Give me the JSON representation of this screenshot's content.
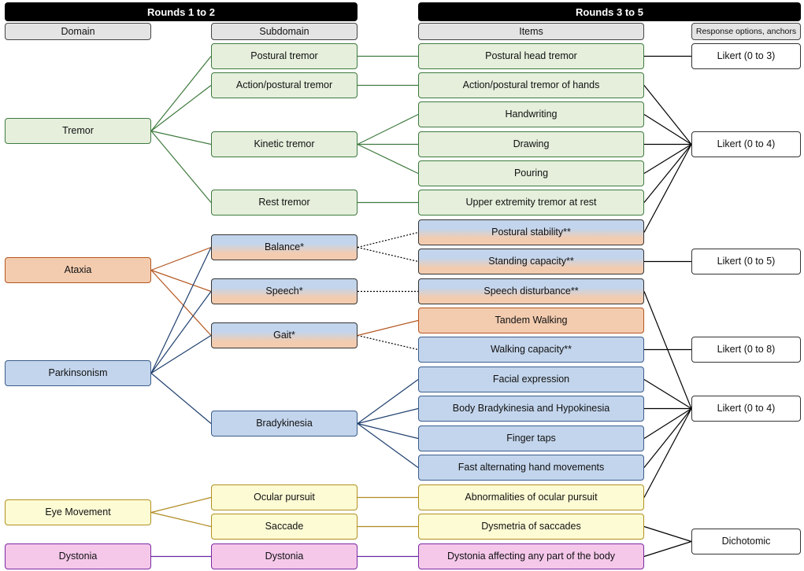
{
  "headers": {
    "rounds_1_2": "Rounds 1 to 2",
    "rounds_3_5": "Rounds 3 to 5",
    "domain": "Domain",
    "subdomain": "Subdomain",
    "items": "Items",
    "response": "Response options, anchors"
  },
  "colors": {
    "green": "#3f7a3f",
    "orange": "#b4561f",
    "blue": "#1f3f6e",
    "yellow": "#b08a20",
    "purple": "#6a2aa0",
    "black": "#000000"
  },
  "domains": {
    "tremor": "Tremor",
    "ataxia": "Ataxia",
    "parkinsonism": "Parkinsonism",
    "eye_movement": "Eye Movement",
    "dystonia": "Dystonia"
  },
  "subdomains": {
    "postural_tremor": "Postural tremor",
    "action_postural_tremor": "Action/postural tremor",
    "kinetic_tremor": "Kinetic tremor",
    "rest_tremor": "Rest tremor",
    "balance": "Balance*",
    "speech": "Speech*",
    "gait": "Gait*",
    "bradykinesia": "Bradykinesia",
    "ocular_pursuit": "Ocular pursuit",
    "saccade": "Saccade",
    "dystonia": "Dystonia"
  },
  "items": {
    "postural_head_tremor": "Postural head tremor",
    "action_postural_tremor_hands": "Action/postural tremor of hands",
    "handwriting": "Handwriting",
    "drawing": "Drawing",
    "pouring": "Pouring",
    "upper_extremity_rest": "Upper extremity tremor at rest",
    "postural_stability": "Postural stability**",
    "standing_capacity": "Standing capacity**",
    "speech_disturbance": "Speech disturbance**",
    "tandem_walking": "Tandem Walking",
    "walking_capacity": "Walking capacity**",
    "facial_expression": "Facial expression",
    "body_bradykinesia": "Body Bradykinesia and Hypokinesia",
    "finger_taps": "Finger taps",
    "fast_alternating": "Fast alternating hand movements",
    "ocular_pursuit_abn": "Abnormalities of ocular pursuit",
    "dysmetria_saccades": "Dysmetria of saccades",
    "dystonia_any_part": "Dystonia affecting any part of the body"
  },
  "responses": {
    "likert_0_3": "Likert (0 to 3)",
    "likert_0_4_a": "Likert (0 to 4)",
    "likert_0_5": "Likert (0 to 5)",
    "likert_0_8": "Likert (0 to 8)",
    "likert_0_4_b": "Likert (0 to 4)",
    "dichotomic": "Dichotomic"
  }
}
